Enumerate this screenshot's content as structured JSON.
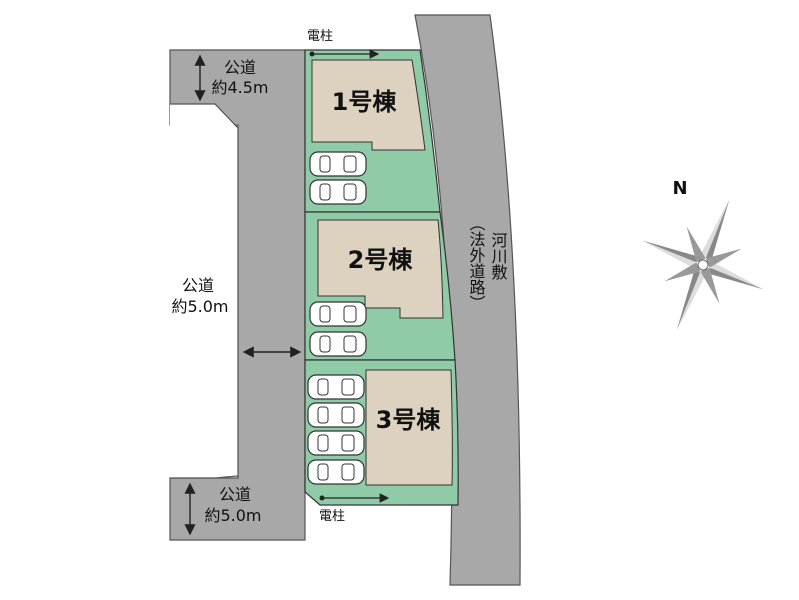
{
  "roads": {
    "top_road": {
      "line1": "公道",
      "line2": "約4.5m"
    },
    "mid_road": {
      "line1": "公道",
      "line2": "約5.0m"
    },
    "bottom_road": {
      "line1": "公道",
      "line2": "約5.0m"
    }
  },
  "poles": {
    "top": "電柱",
    "bottom": "電柱"
  },
  "buildings": [
    {
      "label": "1号棟"
    },
    {
      "label": "2号棟"
    },
    {
      "label": "3号棟"
    }
  ],
  "river": {
    "line_a": "河川敷",
    "line_b": "（法外道路）"
  },
  "compass": {
    "north": "N"
  },
  "colors": {
    "lot": "#8fcba6",
    "road": "#a8a8a8",
    "building": "#ddd2bf",
    "outline": "#333333"
  }
}
